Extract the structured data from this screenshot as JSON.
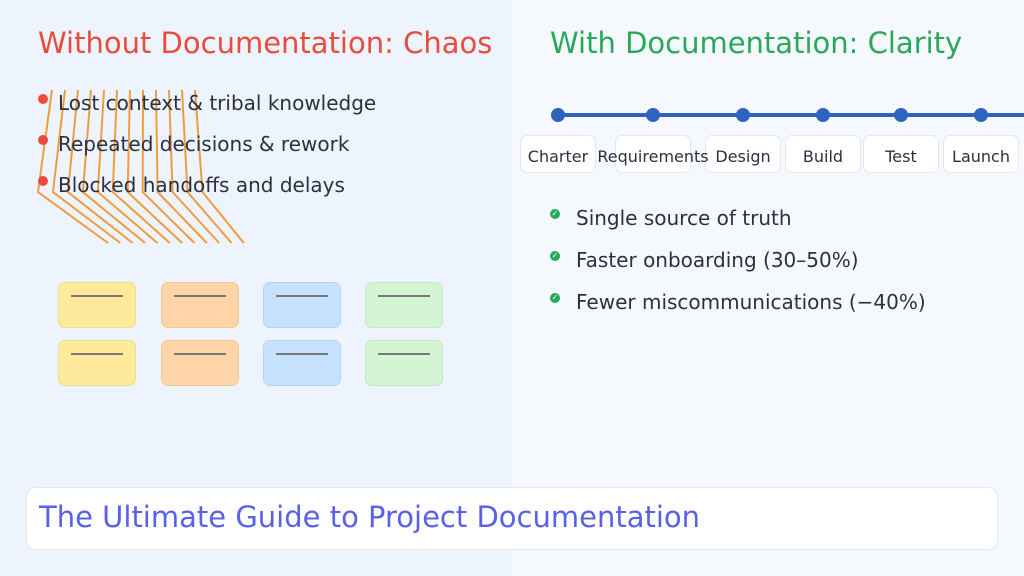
{
  "left": {
    "title": "Without Documentation: Chaos",
    "title_color": "#e84c3d",
    "bullets": [
      "Lost context & tribal knowledge",
      "Repeated decisions & rework",
      "Blocked handoffs and delays"
    ]
  },
  "right": {
    "title": "With Documentation: Clarity",
    "title_color": "#2aa85a",
    "timeline": [
      "Charter",
      "Requirements",
      "Design",
      "Build",
      "Test",
      "Launch"
    ],
    "bullets": [
      "Single source of truth",
      "Faster onboarding (30–50%)",
      "Fewer miscommunications (−40%)"
    ]
  },
  "footer": {
    "title": "The Ultimate Guide to Project Documentation",
    "color": "#5a61e6"
  }
}
